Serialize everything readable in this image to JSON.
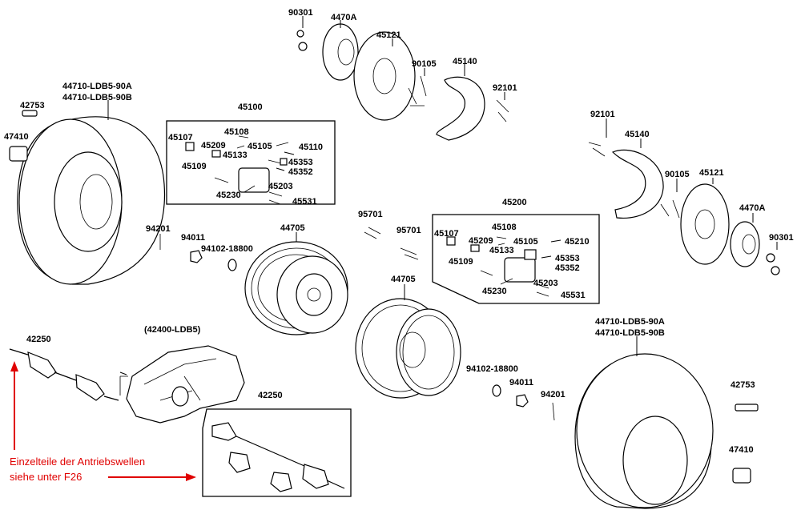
{
  "labels": {
    "l90301a": "90301",
    "l4470Aa": "4470A",
    "l45121a": "45121",
    "l90105a": "90105",
    "l45140a": "45140",
    "l92101a": "92101",
    "l44710a1": "44710-LDB5-90A",
    "l44710a2": "44710-LDB5-90B",
    "l42753a": "42753",
    "l47410a": "47410",
    "l45100": "45100",
    "l45107a": "45107",
    "l45108a": "45108",
    "l45209a": "45209",
    "l45133a": "45133",
    "l45105a": "45105",
    "l45110": "45110",
    "l45109a": "45109",
    "l45353a": "45353",
    "l45352a": "45352",
    "l45203a": "45203",
    "l45230a": "45230",
    "l45531a": "45531",
    "l94201a": "94201",
    "l94011a": "94011",
    "l94102a": "94102-18800",
    "l44705a": "44705",
    "l95701a": "95701",
    "l95701b": "95701",
    "l45200": "45200",
    "l45107b": "45107",
    "l45108b": "45108",
    "l45209b": "45209",
    "l45105b": "45105",
    "l45210": "45210",
    "l45109b": "45109",
    "l45133b": "45133",
    "l45353b": "45353",
    "l45352b": "45352",
    "l45203b": "45203",
    "l45230b": "45230",
    "l45531b": "45531",
    "l92101b": "92101",
    "l45140b": "45140",
    "l90105b": "90105",
    "l45121b": "45121",
    "l4470Ab": "4470A",
    "l90301b": "90301",
    "l44705b": "44705",
    "l42250a": "42250",
    "l42400": "(42400-LDB5)",
    "l42250b": "42250",
    "l94102b": "94102-18800",
    "l94011b": "94011",
    "l94201b": "94201",
    "l44710b1": "44710-LDB5-90A",
    "l44710b2": "44710-LDB5-90B",
    "l42753b": "42753",
    "l47410b": "47410"
  },
  "note": {
    "line1": "Einzelteile der Antriebswellen",
    "line2": "siehe unter F26",
    "color": "#e00000"
  }
}
